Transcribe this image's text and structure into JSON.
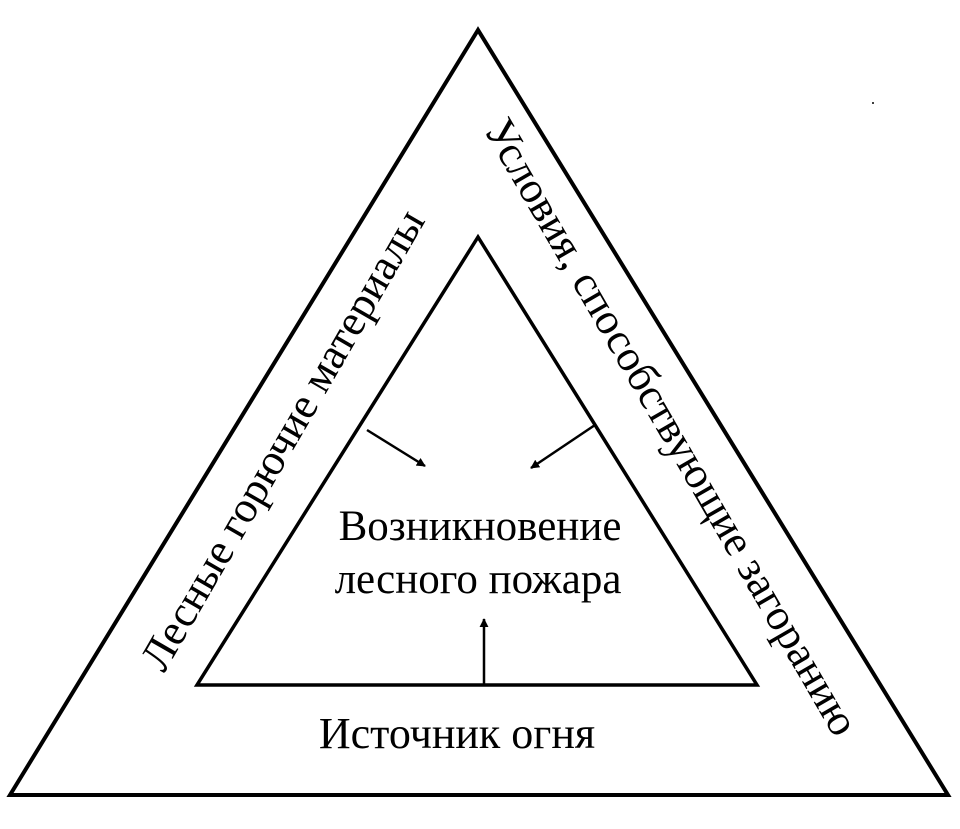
{
  "diagram": {
    "left_side_label": "Лесные горючие материалы",
    "right_side_label": "Условия, способствующие загоранию",
    "bottom_label": "Источник огня",
    "center_line1": "Возникновение",
    "center_line2": "лесного  пожара"
  },
  "colors": {
    "stroke": "#000000",
    "background": "#ffffff"
  }
}
